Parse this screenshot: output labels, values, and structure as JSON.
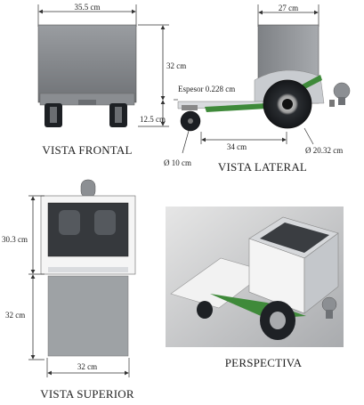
{
  "views": {
    "front": {
      "title": "VISTA FRONTAL",
      "width_label": "35.5 cm",
      "height_label": "32 cm",
      "lower_label": "12.5 cm"
    },
    "side": {
      "title": "VISTA LATERAL",
      "width_label": "27 cm",
      "thickness_label": "Espesor 0.228 cm",
      "base_label": "34 cm",
      "small_wheel_label": "Ø 10 cm",
      "big_wheel_label": "Ø 20.32 cm"
    },
    "top": {
      "title": "VISTA SUPERIOR",
      "upper_label": "30.3 cm",
      "lower_label": "32 cm",
      "width_label": "32 cm"
    },
    "perspective": {
      "title": "PERSPECTIVA"
    }
  },
  "colors": {
    "body_gray": "#8c8f93",
    "light_gray": "#cfd2d6",
    "wheel_dark": "#1f2226",
    "green_frame": "#3f8a3a",
    "dim_line": "#333333"
  }
}
